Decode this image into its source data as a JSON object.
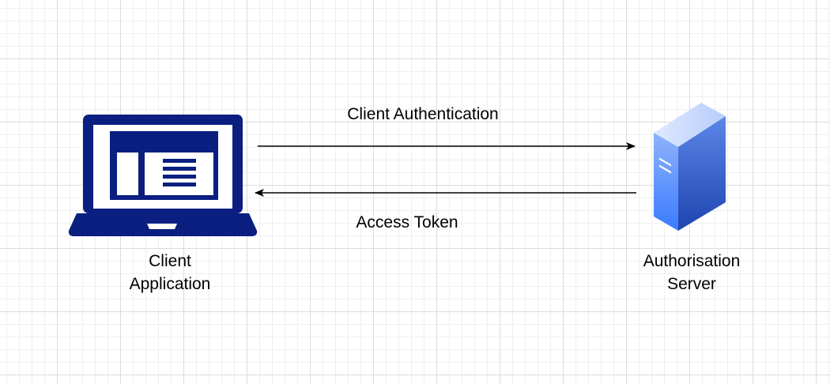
{
  "nodes": {
    "client": {
      "label_line1": "Client",
      "label_line2": "Application",
      "icon": "laptop-icon"
    },
    "server": {
      "label_line1": "Authorisation",
      "label_line2": "Server",
      "icon": "server-icon"
    }
  },
  "edges": {
    "request": {
      "label": "Client Authentication",
      "from": "client",
      "to": "server"
    },
    "response": {
      "label": "Access Token",
      "from": "server",
      "to": "client"
    }
  },
  "colors": {
    "laptop": "#0a1f80",
    "server_light": "#6f9cf7",
    "server_dark": "#1a5ce0",
    "arrow": "#000000",
    "grid": "#dcdcdc"
  }
}
